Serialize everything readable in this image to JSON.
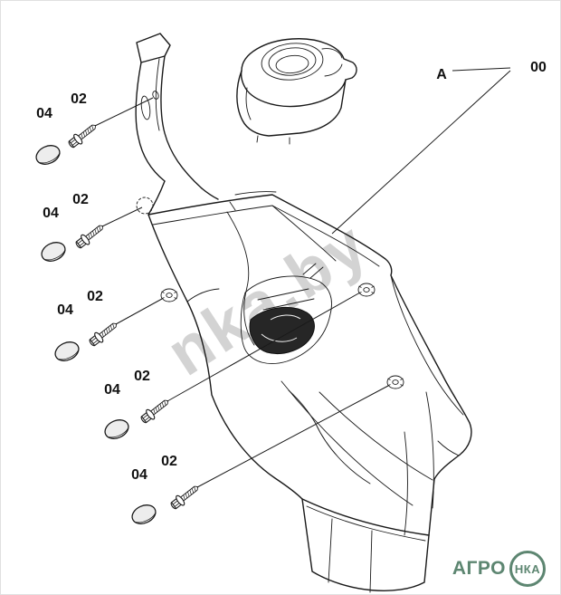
{
  "diagram": {
    "assembly_label": "00",
    "detail_label": "A",
    "fasteners": [
      {
        "cap_label": "04",
        "screw_label": "02"
      },
      {
        "cap_label": "04",
        "screw_label": "02"
      },
      {
        "cap_label": "04",
        "screw_label": "02"
      },
      {
        "cap_label": "04",
        "screw_label": "02"
      },
      {
        "cap_label": "04",
        "screw_label": "02"
      }
    ],
    "icons": {
      "cap": "plug-cap-icon",
      "screw": "flange-bolt-icon",
      "boss": "mount-boss-icon"
    }
  },
  "watermark": {
    "text": "nka.by",
    "color": "#a8a8a8"
  },
  "logo": {
    "prefix": "АГРО",
    "circle_text": "НКА",
    "color": "#5d8671"
  },
  "colors": {
    "line": "#1a1a1a",
    "background": "#ffffff"
  }
}
